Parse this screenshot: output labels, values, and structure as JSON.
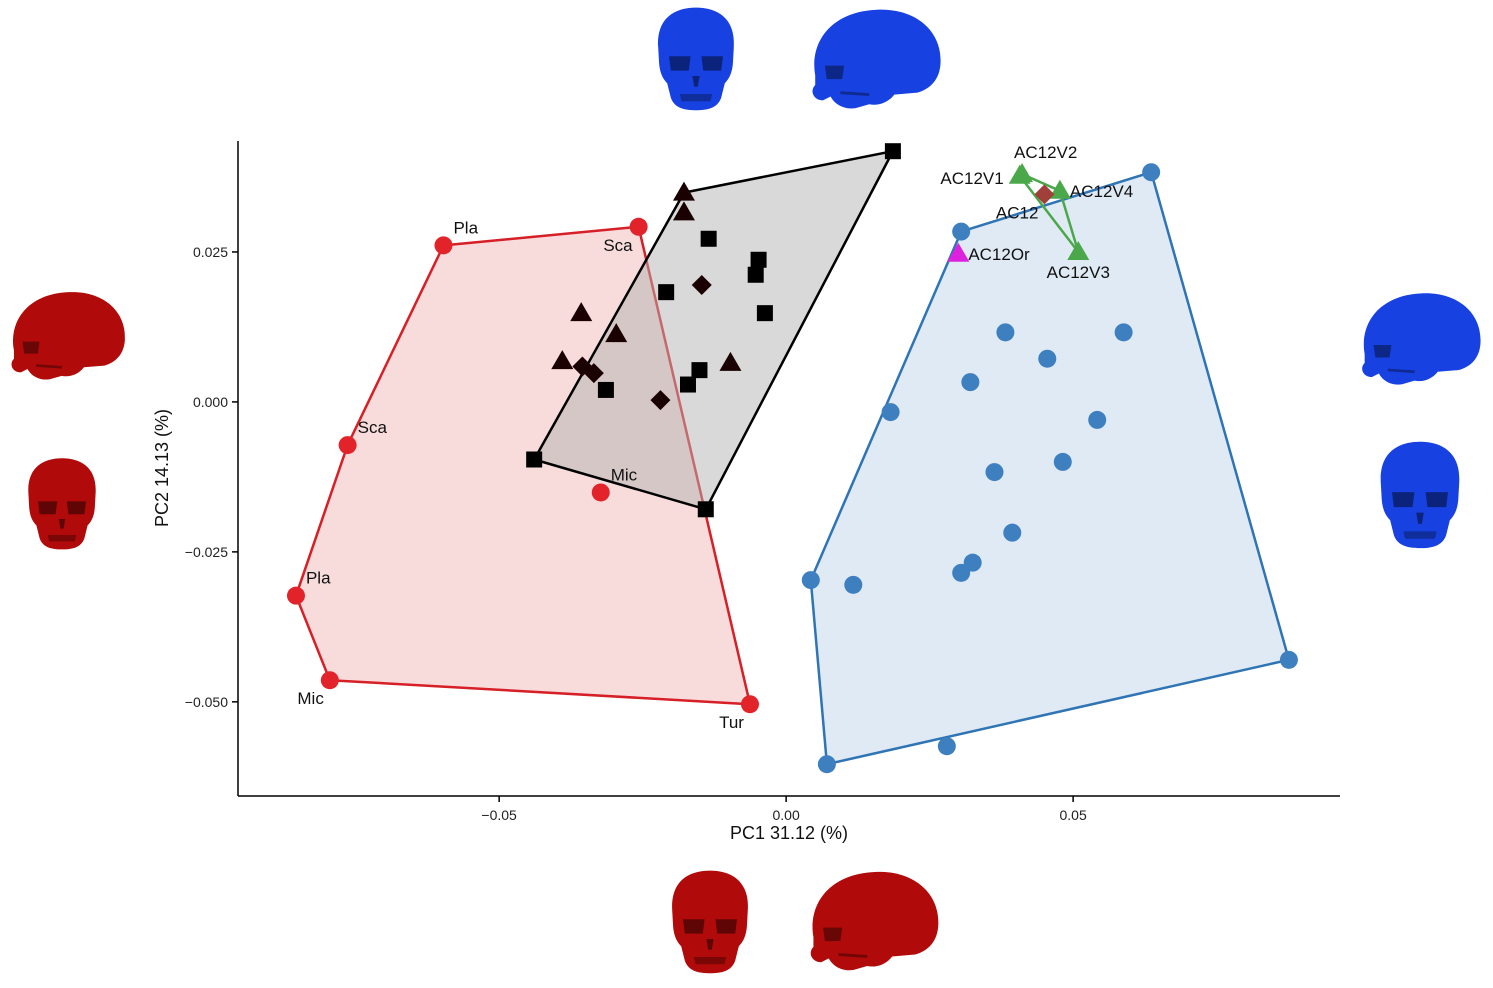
{
  "chart_data": {
    "type": "scatter",
    "xlabel": "PC1 31.12 (%)",
    "ylabel": "PC2 14.13 (%)",
    "xlim": [
      -0.0955,
      0.0965
    ],
    "ylim": [
      -0.0657,
      0.0435
    ],
    "x_ticks": [
      -0.05,
      0.0,
      0.05
    ],
    "x_tick_labels": [
      "−0.05",
      "0.00",
      "0.05"
    ],
    "y_ticks": [
      0.025,
      0.0,
      -0.025,
      -0.05
    ],
    "y_tick_labels": [
      "0.025",
      "0.000",
      "−0.025",
      "−0.050"
    ],
    "grid": false,
    "colors": {
      "red": "#e3232a",
      "red_line": "#d61f26",
      "red_fill": "#f2b8b8",
      "blue": "#3d7fbf",
      "blue_line": "#2f74b5",
      "blue_fill": "#c6d9ec",
      "black": "#000000",
      "gray_fill": "#b4b4b4",
      "green": "#4aa84a",
      "magenta": "#dd22dd",
      "brown": "#a0403a",
      "skull_red": "#b00a0a",
      "skull_blue": "#1741e0"
    },
    "series": [
      {
        "color": "#e3232a",
        "marker": "circle",
        "hull": [
          [
            -0.0597,
            0.0261
          ],
          [
            -0.0257,
            0.0292
          ],
          [
            -0.0063,
            -0.0504
          ],
          [
            -0.0795,
            -0.0464
          ],
          [
            -0.0854,
            -0.0323
          ],
          [
            -0.0764,
            -0.0072
          ]
        ],
        "points": [
          {
            "x": -0.0597,
            "y": 0.0261,
            "label": "Pla",
            "lpos": "right-up"
          },
          {
            "x": -0.0257,
            "y": 0.0292,
            "label": "Sca",
            "lpos": "below-left"
          },
          {
            "x": -0.0764,
            "y": -0.0072,
            "label": "Sca",
            "lpos": "right-up"
          },
          {
            "x": -0.0323,
            "y": -0.0151,
            "label": "Mic",
            "lpos": "right-up"
          },
          {
            "x": -0.0854,
            "y": -0.0323,
            "label": "Pla",
            "lpos": "right-up"
          },
          {
            "x": -0.0795,
            "y": -0.0464,
            "label": "Mic",
            "lpos": "below-left"
          },
          {
            "x": -0.0063,
            "y": -0.0504,
            "label": "Tur",
            "lpos": "below-left"
          }
        ]
      },
      {
        "color": "#000000",
        "marker": "mixed",
        "hull": [
          [
            -0.0439,
            -0.0096
          ],
          [
            -0.0178,
            0.0349
          ],
          [
            0.0186,
            0.0418
          ],
          [
            -0.014,
            -0.0179
          ]
        ],
        "points": [
          {
            "x": 0.0186,
            "y": 0.0418,
            "marker": "square"
          },
          {
            "x": -0.0178,
            "y": 0.0349,
            "marker": "triangle"
          },
          {
            "x": -0.0178,
            "y": 0.0316,
            "marker": "triangle"
          },
          {
            "x": -0.0135,
            "y": 0.0272,
            "marker": "square"
          },
          {
            "x": -0.0048,
            "y": 0.0237,
            "marker": "square"
          },
          {
            "x": -0.0053,
            "y": 0.0212,
            "marker": "square"
          },
          {
            "x": -0.0147,
            "y": 0.0195,
            "marker": "diamond"
          },
          {
            "x": -0.0209,
            "y": 0.0183,
            "marker": "square"
          },
          {
            "x": -0.0037,
            "y": 0.0148,
            "marker": "square"
          },
          {
            "x": -0.0357,
            "y": 0.0148,
            "marker": "triangle"
          },
          {
            "x": -0.0296,
            "y": 0.0113,
            "marker": "triangle"
          },
          {
            "x": -0.039,
            "y": 0.0068,
            "marker": "triangle"
          },
          {
            "x": -0.0097,
            "y": 0.0065,
            "marker": "triangle"
          },
          {
            "x": -0.0355,
            "y": 0.0059,
            "marker": "diamond"
          },
          {
            "x": -0.0151,
            "y": 0.0053,
            "marker": "square"
          },
          {
            "x": -0.0335,
            "y": 0.0048,
            "marker": "diamond"
          },
          {
            "x": -0.0171,
            "y": 0.0029,
            "marker": "square"
          },
          {
            "x": -0.0314,
            "y": 0.002,
            "marker": "square"
          },
          {
            "x": -0.0219,
            "y": 0.0003,
            "marker": "diamond"
          },
          {
            "x": -0.0439,
            "y": -0.0096,
            "marker": "square"
          },
          {
            "x": -0.014,
            "y": -0.0179,
            "marker": "square"
          }
        ]
      },
      {
        "color": "#3d7fbf",
        "marker": "circle",
        "hull": [
          [
            0.0305,
            0.0284
          ],
          [
            0.0636,
            0.0383
          ],
          [
            0.0876,
            -0.043
          ],
          [
            0.0071,
            -0.0604
          ],
          [
            0.0043,
            -0.0297
          ]
        ],
        "points": [
          {
            "x": 0.0636,
            "y": 0.0383
          },
          {
            "x": 0.0305,
            "y": 0.0284
          },
          {
            "x": 0.0382,
            "y": 0.0116
          },
          {
            "x": 0.0588,
            "y": 0.0116
          },
          {
            "x": 0.0455,
            "y": 0.0072
          },
          {
            "x": 0.0321,
            "y": 0.0033
          },
          {
            "x": 0.0182,
            "y": -0.0017
          },
          {
            "x": 0.0542,
            "y": -0.003
          },
          {
            "x": 0.0482,
            "y": -0.01
          },
          {
            "x": 0.0363,
            "y": -0.0117
          },
          {
            "x": 0.0394,
            "y": -0.0218
          },
          {
            "x": 0.0325,
            "y": -0.0268
          },
          {
            "x": 0.0305,
            "y": -0.0285
          },
          {
            "x": 0.0043,
            "y": -0.0297
          },
          {
            "x": 0.0117,
            "y": -0.0305
          },
          {
            "x": 0.0876,
            "y": -0.043
          },
          {
            "x": 0.028,
            "y": -0.0574
          },
          {
            "x": 0.0071,
            "y": -0.0604
          }
        ]
      },
      {
        "color": "#4aa84a",
        "marker": "triangle",
        "points": [
          {
            "x": 0.0411,
            "y": 0.038,
            "label": "AC12V2",
            "lpos": "label-v2"
          },
          {
            "x": 0.0407,
            "y": 0.0377,
            "label": "AC12V1",
            "lpos": "label-v1"
          },
          {
            "x": 0.0477,
            "y": 0.0352,
            "label": "AC12V4",
            "lpos": "right"
          },
          {
            "x": 0.0509,
            "y": 0.025,
            "label": "AC12V3",
            "lpos": "below"
          }
        ],
        "path": [
          0,
          2,
          3,
          1
        ]
      },
      {
        "color": "#a0403a",
        "marker": "diamond",
        "points": [
          {
            "x": 0.045,
            "y": 0.0346,
            "label": "AC12",
            "lpos": "below-left"
          }
        ]
      },
      {
        "color": "#dd22dd",
        "marker": "triangle",
        "points": [
          {
            "x": 0.03,
            "y": 0.0247,
            "label": "AC12Or",
            "lpos": "right"
          }
        ]
      }
    ],
    "skulls": [
      {
        "color": "#1741e0",
        "view": "front",
        "at": "top-left"
      },
      {
        "color": "#1741e0",
        "view": "side",
        "at": "top-right"
      },
      {
        "color": "#b00a0a",
        "view": "side",
        "at": "left-top"
      },
      {
        "color": "#b00a0a",
        "view": "front",
        "at": "left-bottom"
      },
      {
        "color": "#1741e0",
        "view": "side",
        "at": "right-top"
      },
      {
        "color": "#1741e0",
        "view": "front",
        "at": "right-bottom"
      },
      {
        "color": "#b00a0a",
        "view": "front",
        "at": "bottom-left"
      },
      {
        "color": "#b00a0a",
        "view": "side",
        "at": "bottom-right"
      }
    ]
  }
}
